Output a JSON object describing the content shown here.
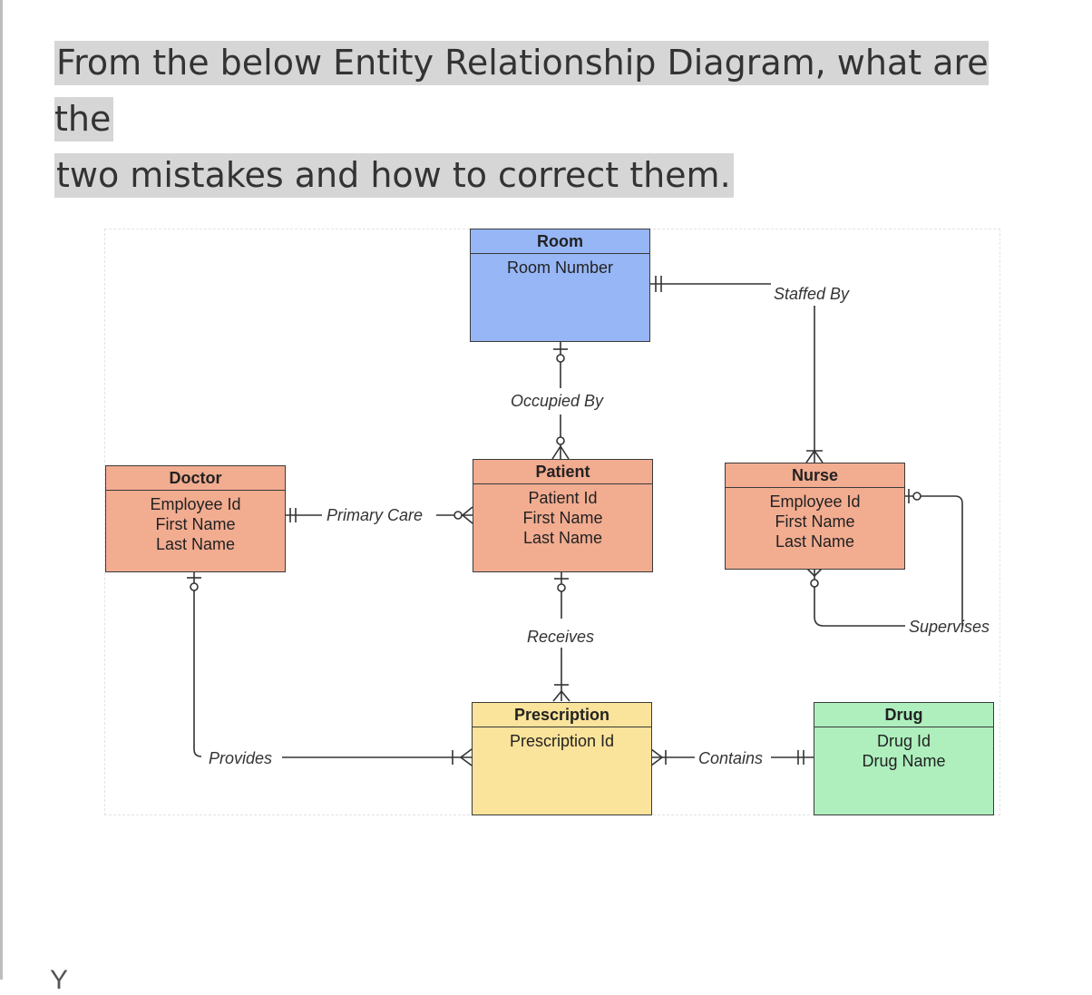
{
  "question": {
    "line1": "From the below Entity Relationship Diagram, what are the",
    "line2": "two mistakes and how to correct them."
  },
  "diagram": {
    "entities": {
      "room": {
        "name": "Room",
        "attributes": [
          "Room Number"
        ],
        "color": "#97b6f6"
      },
      "patient": {
        "name": "Patient",
        "attributes": [
          "Patient Id",
          "First Name",
          "Last Name"
        ],
        "color": "#f2ac90"
      },
      "doctor": {
        "name": "Doctor",
        "attributes": [
          "Employee Id",
          "First Name",
          "Last Name"
        ],
        "color": "#f2ac90"
      },
      "nurse": {
        "name": "Nurse",
        "attributes": [
          "Employee Id",
          "First Name",
          "Last Name"
        ],
        "color": "#f2ac90"
      },
      "prescription": {
        "name": "Prescription",
        "attributes": [
          "Prescription Id"
        ],
        "color": "#fae39a"
      },
      "drug": {
        "name": "Drug",
        "attributes": [
          "Drug Id",
          "Drug Name"
        ],
        "color": "#aeefbd"
      }
    },
    "relationships": {
      "staffed_by": "Staffed By",
      "occupied_by": "Occupied By",
      "primary_care": "Primary Care",
      "receives": "Receives",
      "supervises": "Supervises",
      "provides": "Provides",
      "contains": "Contains"
    }
  },
  "cutoff_text": "Y"
}
